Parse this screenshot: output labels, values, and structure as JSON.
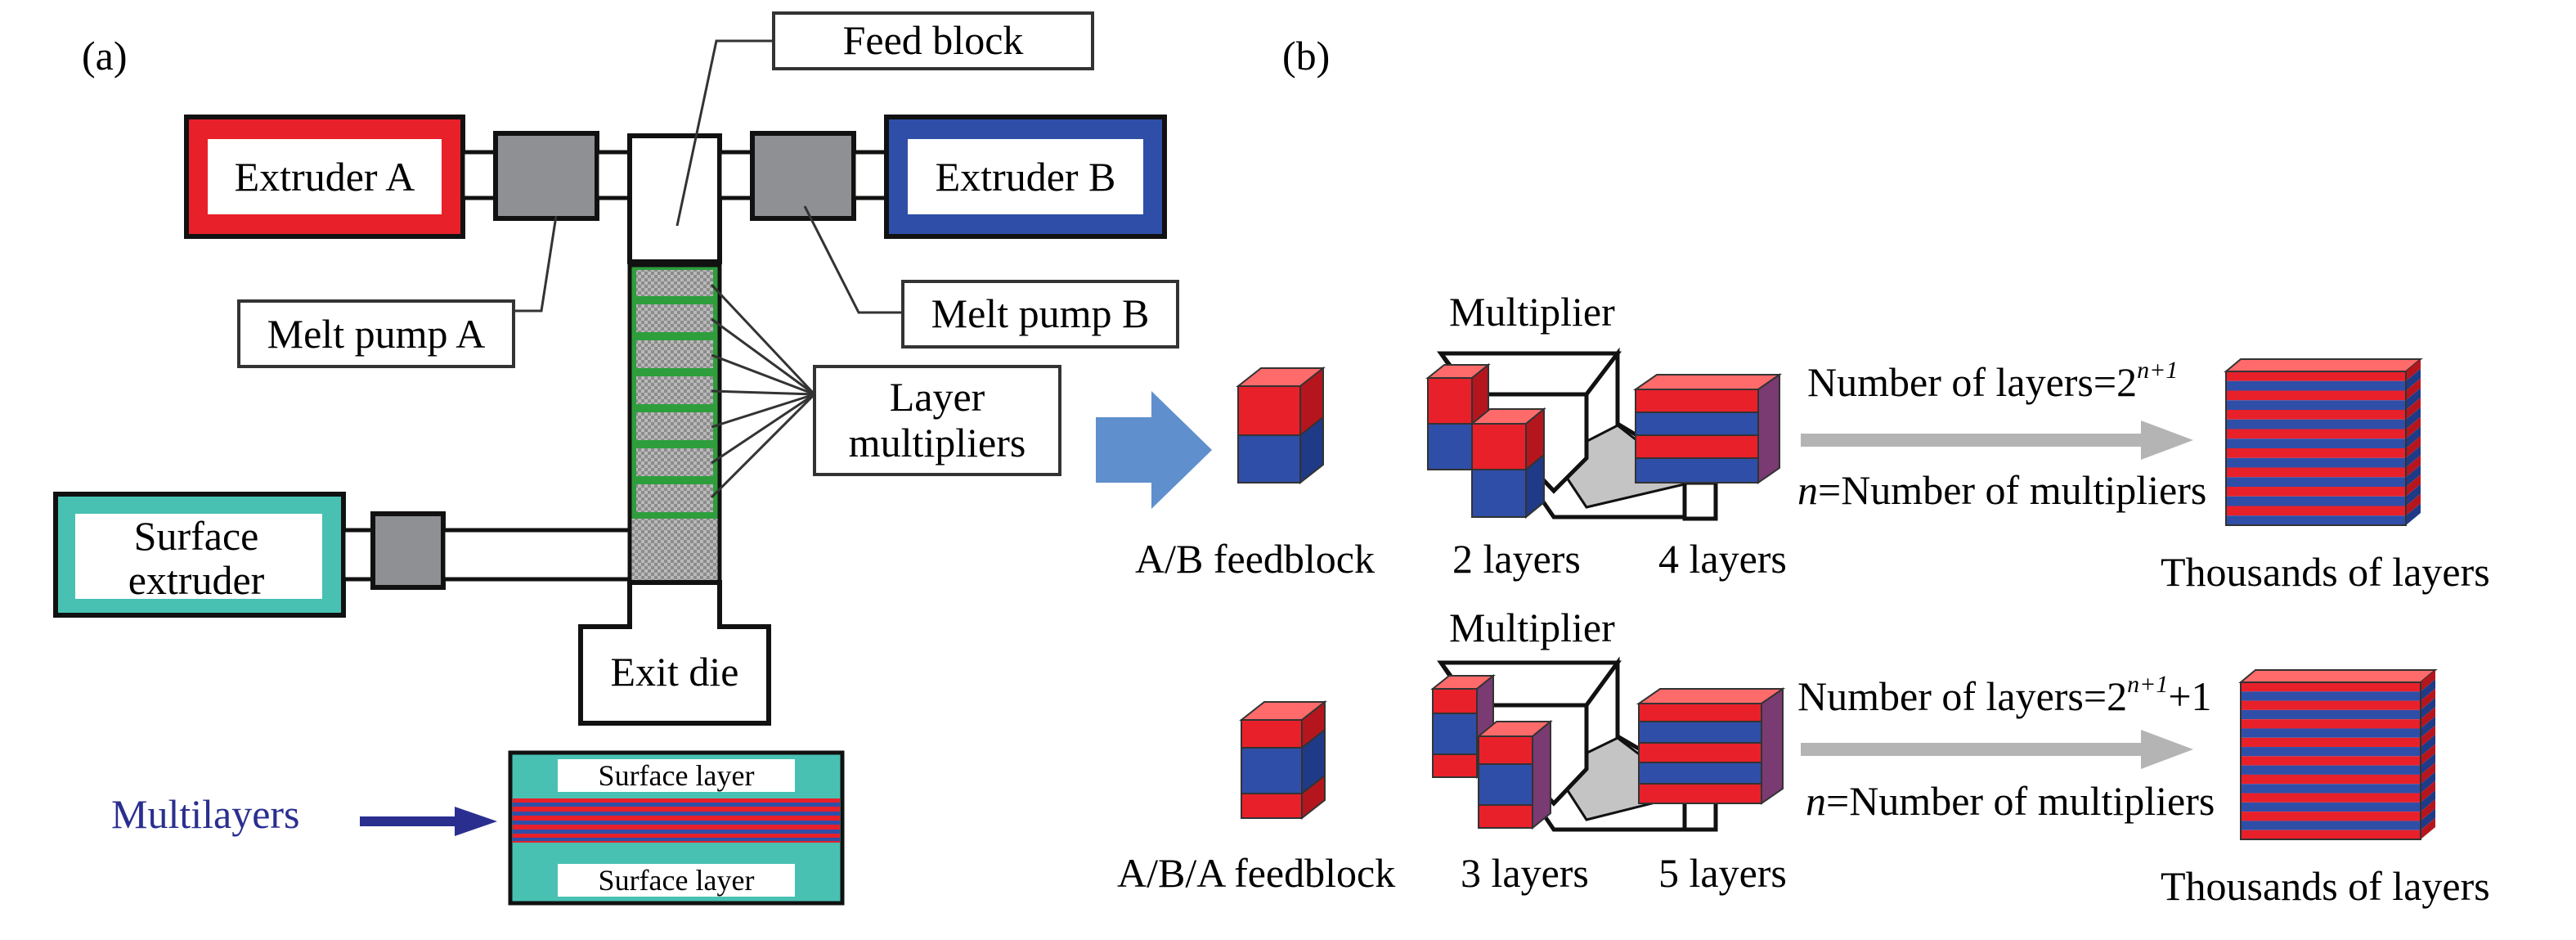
{
  "panel_a": {
    "panel_label": "(a)",
    "feed_block": "Feed block",
    "extruder_a": "Extruder A",
    "extruder_b": "Extruder B",
    "melt_pump_a": "Melt pump A",
    "melt_pump_b": "Melt pump B",
    "layer_multipliers_line1": "Layer",
    "layer_multipliers_line2": "multipliers",
    "surface_extruder_line1": "Surface",
    "surface_extruder_line2": "extruder",
    "exit_die": "Exit die",
    "multilayers": "Multilayers",
    "surface_layer_top": "Surface layer",
    "surface_layer_bottom": "Surface layer"
  },
  "panel_b": {
    "panel_label": "(b)",
    "row1": {
      "multiplier": "Multiplier",
      "feedblock": "A/B feedblock",
      "layers_in": "2 layers",
      "layers_out": "4 layers",
      "formula_prefix": "Number of layers=2",
      "formula_exp": "n+1",
      "formula_suffix": "",
      "n_var": "n",
      "n_def": "=Number of multipliers",
      "result": "Thousands of layers"
    },
    "row2": {
      "multiplier": "Multiplier",
      "feedblock": "A/B/A feedblock",
      "layers_in": "3 layers",
      "layers_out": "5 layers",
      "formula_prefix": "Number of layers=2",
      "formula_exp": "n+1",
      "formula_suffix": "+1",
      "n_var": "n",
      "n_def": "=Number of multipliers",
      "result": "Thousands of layers"
    }
  },
  "colors": {
    "red": "#e8202a",
    "blue": "#2f4ea8",
    "teal": "#48c1b2",
    "green": "#2e9e3c",
    "gray_pump": "#8e9094",
    "arrow_blue": "#5f8fcc",
    "arrow_gray": "#b4b4b4",
    "navy": "#2a2f8f"
  }
}
